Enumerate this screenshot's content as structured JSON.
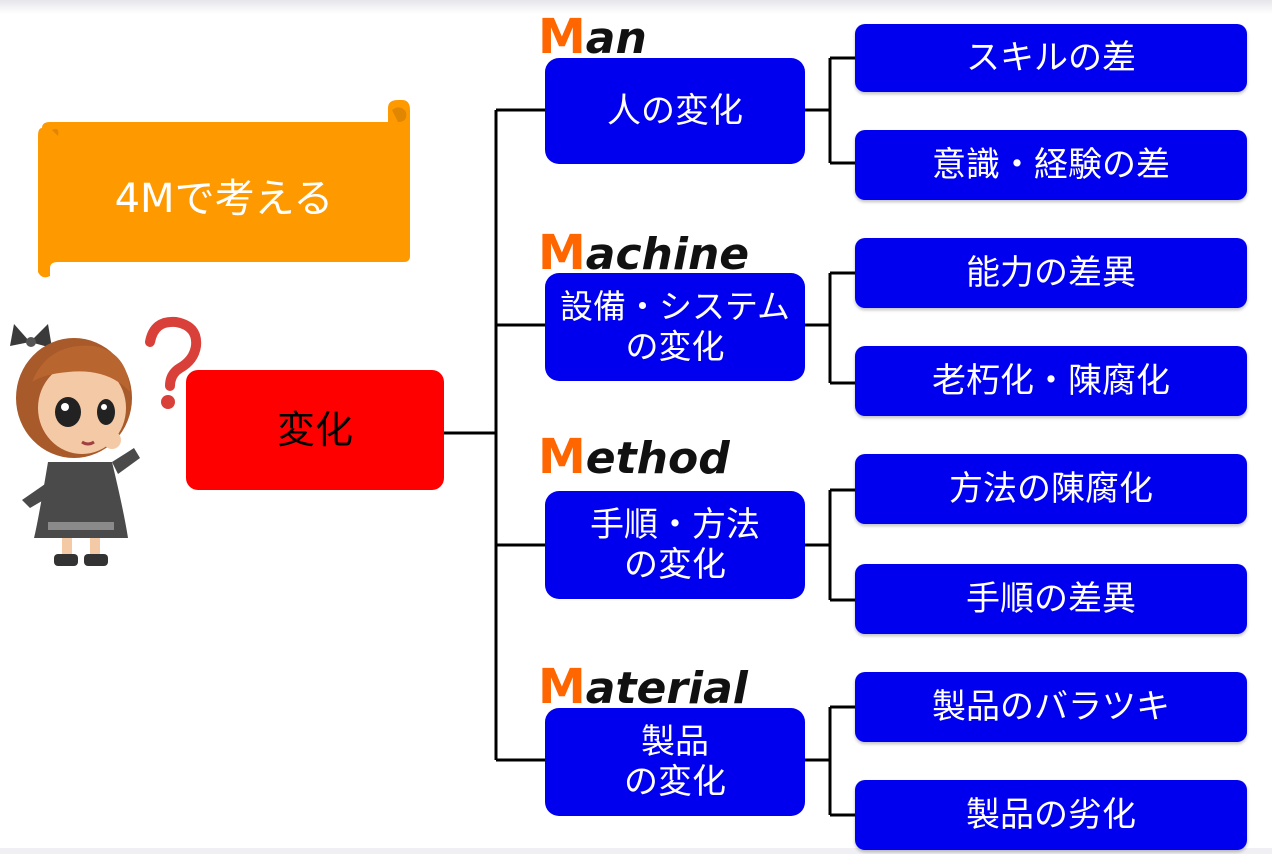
{
  "root": {
    "label": "変化"
  },
  "banner": {
    "text": "4Mで考える"
  },
  "branches": [
    {
      "m_initial": "M",
      "m_rest": "an",
      "label": "人の変化",
      "leaves": [
        "スキルの差",
        "意識・経験の差"
      ]
    },
    {
      "m_initial": "M",
      "m_rest": "achine",
      "label": "設備・システム\nの変化",
      "leaves": [
        "能力の差異",
        "老朽化・陳腐化"
      ]
    },
    {
      "m_initial": "M",
      "m_rest": "ethod",
      "label": "手順・方法\nの変化",
      "leaves": [
        "方法の陳腐化",
        "手順の差異"
      ]
    },
    {
      "m_initial": "M",
      "m_rest": "aterial",
      "label": "製品\nの変化",
      "leaves": [
        "製品のバラツキ",
        "製品の劣化"
      ]
    }
  ],
  "colors": {
    "root": "#ff0000",
    "node": "#0000ee",
    "banner": "#ff9900",
    "m_initial": "#ff6600",
    "connector": "#000000"
  },
  "icons": {
    "character": "thinking-girl-icon",
    "question": "question-mark-icon"
  }
}
